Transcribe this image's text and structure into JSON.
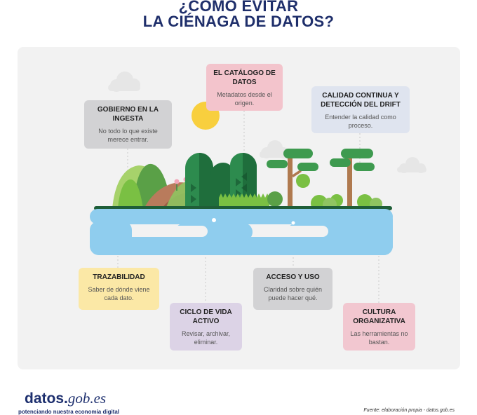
{
  "title": {
    "line1": "¿CÓMO EVITAR",
    "line2": "LA CIÉNAGA DE DATOS?"
  },
  "cards": {
    "catalogo": {
      "heading": "EL CATÁLOGO DE DATOS",
      "text": "Metadatos desde el origen."
    },
    "gobierno": {
      "heading": "GOBIERNO EN LA INGESTA",
      "text": "No todo lo que existe merece entrar."
    },
    "calidad": {
      "heading": "CALIDAD CONTINUA Y DETECCIÓN DEL DRIFT",
      "text": "Entender la calidad como proceso."
    },
    "trazabilidad": {
      "heading": "TRAZABILIDAD",
      "text": "Saber de dónde viene cada dato."
    },
    "ciclo": {
      "heading": "CICLO DE VIDA ACTIVO",
      "text": "Revisar, archivar, eliminar."
    },
    "acceso": {
      "heading": "ACCESO Y USO",
      "text": "Claridad sobre quién puede hacer qué."
    },
    "cultura": {
      "heading": "CULTURA ORGANIZATIVA",
      "text": "Las herramientas no bastan."
    }
  },
  "footer": {
    "logo_bold": "datos.",
    "logo_italic": "gob.es",
    "tagline": "potenciando nuestra economía digital",
    "source": "Fuente: elaboración propia - datos.gob.es"
  },
  "colors": {
    "title": "#1f2f6b",
    "water": "#8fcdee",
    "sun": "#f8cf3e",
    "forest": "#2d8b4e",
    "grass": "#7ac043"
  }
}
